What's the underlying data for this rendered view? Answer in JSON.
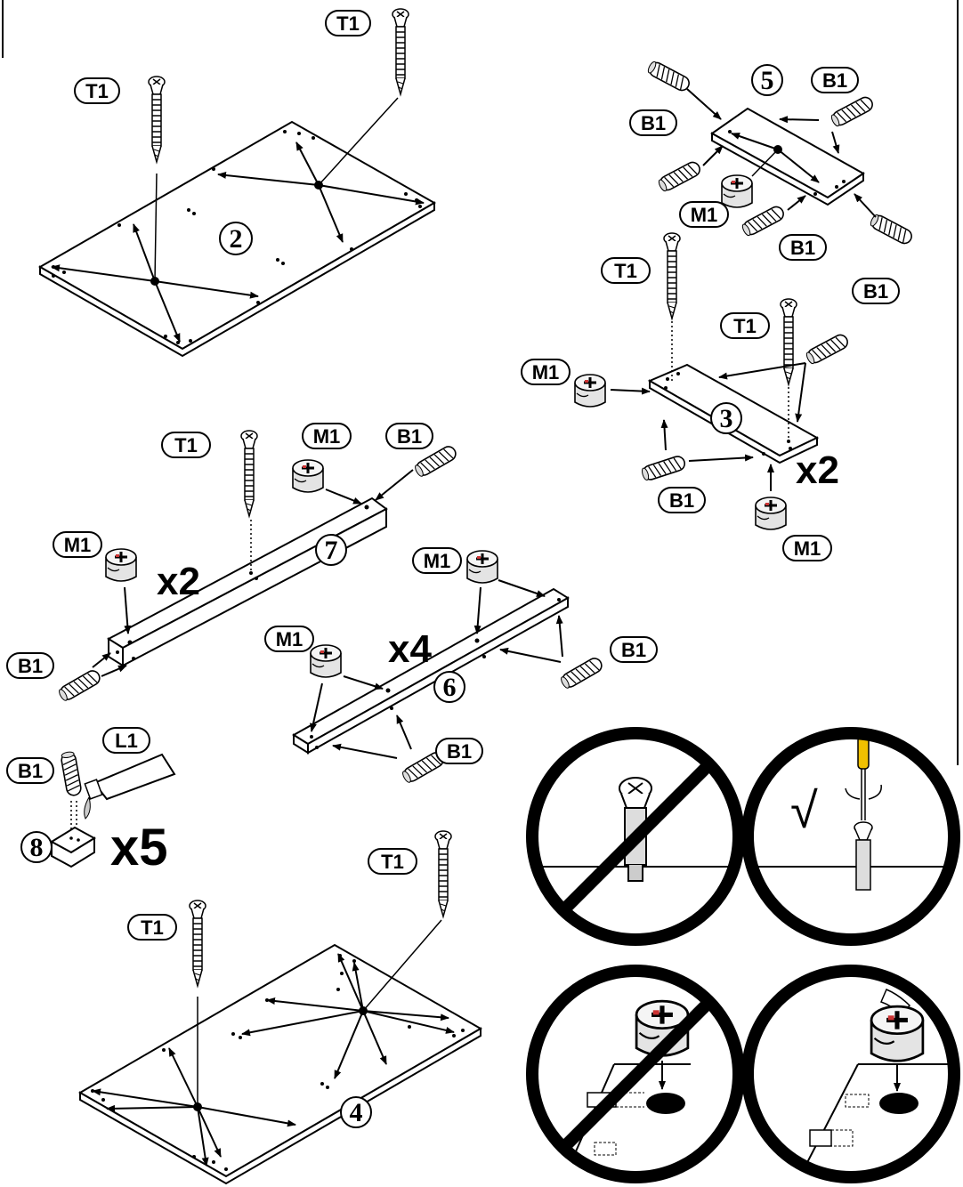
{
  "parts": {
    "screw": "T1",
    "dowel": "B1",
    "cam_lock": "M1",
    "glue": "L1"
  },
  "steps": {
    "s2": "2",
    "s3": "3",
    "s4": "4",
    "s5": "5",
    "s6": "6",
    "s7": "7",
    "s8": "8"
  },
  "multipliers": {
    "step3": "x2",
    "step7": "x2",
    "step6": "x4",
    "step8": "x5"
  },
  "tips": {
    "check": "√"
  }
}
